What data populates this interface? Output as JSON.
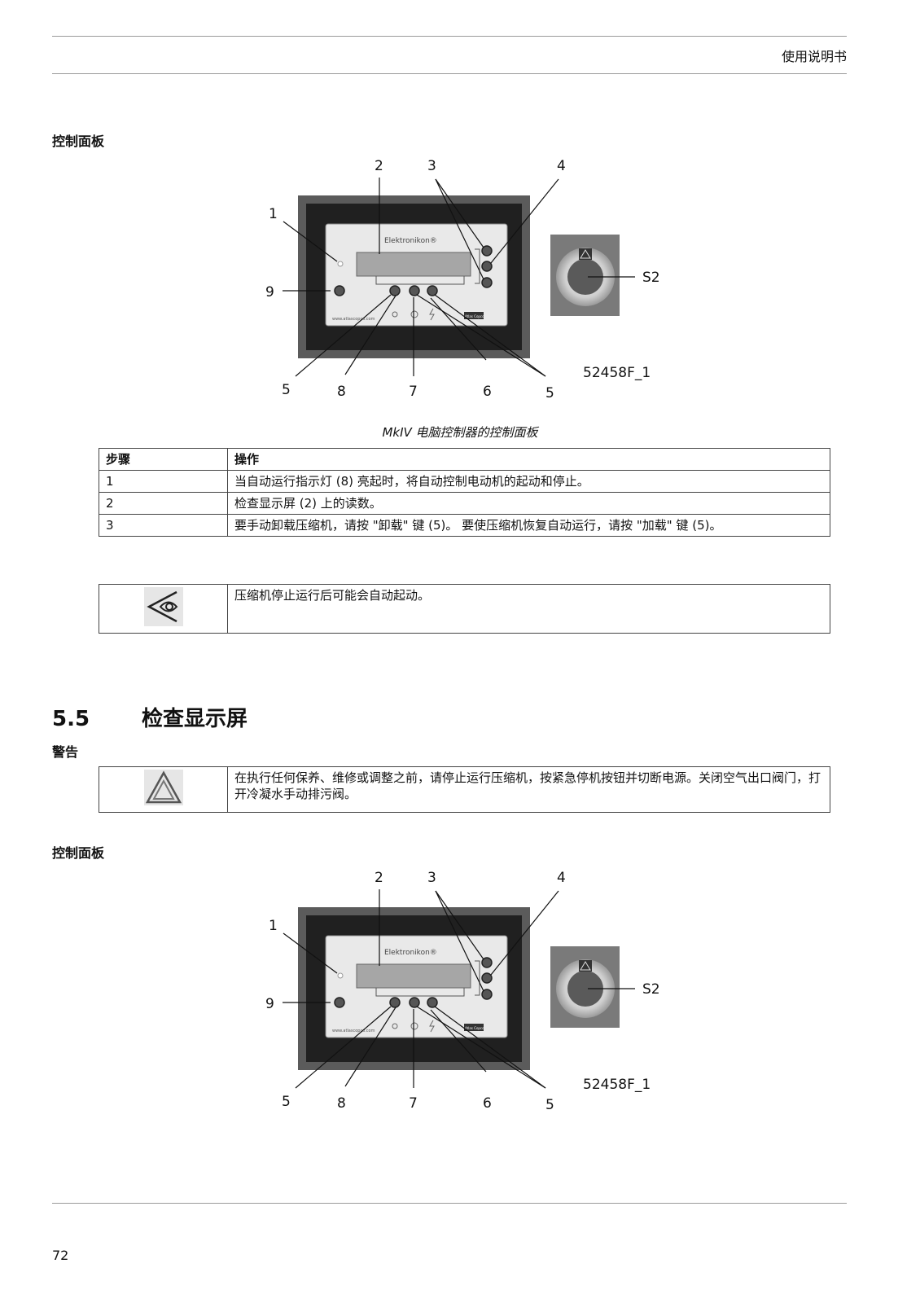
{
  "header": {
    "title": "使用说明书"
  },
  "section1": {
    "heading": "控制面板"
  },
  "figure": {
    "brand": "Elektronikon®",
    "web": "www.atlascopco.com",
    "logo": "Atlas Copco",
    "callouts": {
      "c1": "1",
      "c2": "2",
      "c3": "3",
      "c4": "4",
      "c5": "5",
      "c6": "6",
      "c7": "7",
      "c8": "8",
      "c9": "9"
    },
    "s2_label": "S2",
    "figure_id": "52458F_1",
    "caption": "MkIV 电脑控制器的控制面板"
  },
  "steps_table": {
    "headers": [
      "步骤",
      "操作"
    ],
    "rows": [
      {
        "step": "1",
        "action": "当自动运行指示灯 (8) 亮起时，将自动控制电动机的起动和停止。"
      },
      {
        "step": "2",
        "action": "检查显示屏 (2) 上的读数。"
      },
      {
        "step": "3",
        "action": "要手动卸载压缩机，请按 \"卸载\" 键 (5)。 要使压缩机恢复自动运行，请按 \"加载\" 键 (5)。"
      }
    ]
  },
  "notice": {
    "icon": "eye-warning-icon",
    "text": "压缩机停止运行后可能会自动起动。"
  },
  "section55": {
    "number": "5.5",
    "title": "检查显示屏"
  },
  "warning_heading": "警告",
  "warning": {
    "icon": "warning-triangle-icon",
    "text": "在执行任何保养、维修或调整之前，请停止运行压缩机，按紧急停机按钮并切断电源。关闭空气出口阀门，打开冷凝水手动排污阀。"
  },
  "section2": {
    "heading": "控制面板"
  },
  "footer": {
    "page_number": "72"
  }
}
